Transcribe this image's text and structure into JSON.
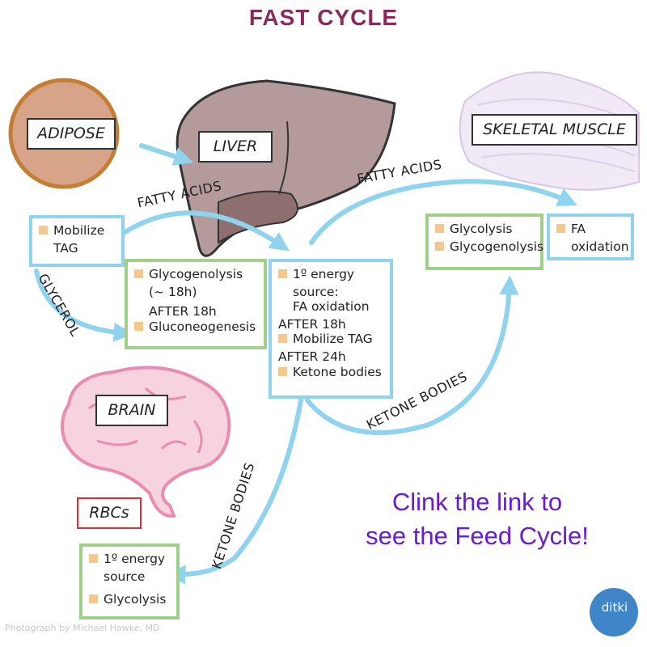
{
  "title": "FAST CYCLE",
  "organs": {
    "adipose": "ADIPOSE",
    "liver": "LIVER",
    "skeletal_muscle": "SKELETAL MUSCLE",
    "brain": "BRAIN",
    "rbcs": "RBCs"
  },
  "arrows": {
    "fatty_acids_left": "FATTY ACIDS",
    "fatty_acids_right": "FATTY ACIDS",
    "glycerol": "GLYCEROL",
    "ketone_bodies_right": "KETONE BODIES",
    "ketone_bodies_left": "KETONE BODIES"
  },
  "adipose_box": {
    "line1": "Mobilize",
    "line2": "TAG"
  },
  "liver_box": {
    "line1": "Glycogenolysis",
    "line2": "(~ 18h)",
    "line3": "AFTER 18h",
    "line4": "Gluconeogenesis"
  },
  "center_box": {
    "line1": "1º energy",
    "line2": "source:",
    "line3": "FA oxidation",
    "line4": "AFTER 18h",
    "line5": "Mobilize TAG",
    "line6": "AFTER 24h",
    "line7": "Ketone bodies"
  },
  "muscle_left_box": {
    "line1": "Glycolysis",
    "line2": "Glycogenolysis"
  },
  "muscle_right_box": {
    "line1": "FA",
    "line2": "oxidation"
  },
  "rbc_box": {
    "line1": "1º energy",
    "line2": "source",
    "line3": "Glycolysis"
  },
  "promo": {
    "line1": "Clink the link to",
    "line2": "see the Feed Cycle!"
  },
  "credit": "Photograph by Michael Hawke, MD",
  "logo": "ditki",
  "colors": {
    "title": "#8a2a5a",
    "arrow": "#8fd3ee",
    "green_border": "#9fcf88",
    "bullet": "#f4c78e",
    "promo": "#6a1bd0",
    "rbc_border": "#d9303a"
  }
}
